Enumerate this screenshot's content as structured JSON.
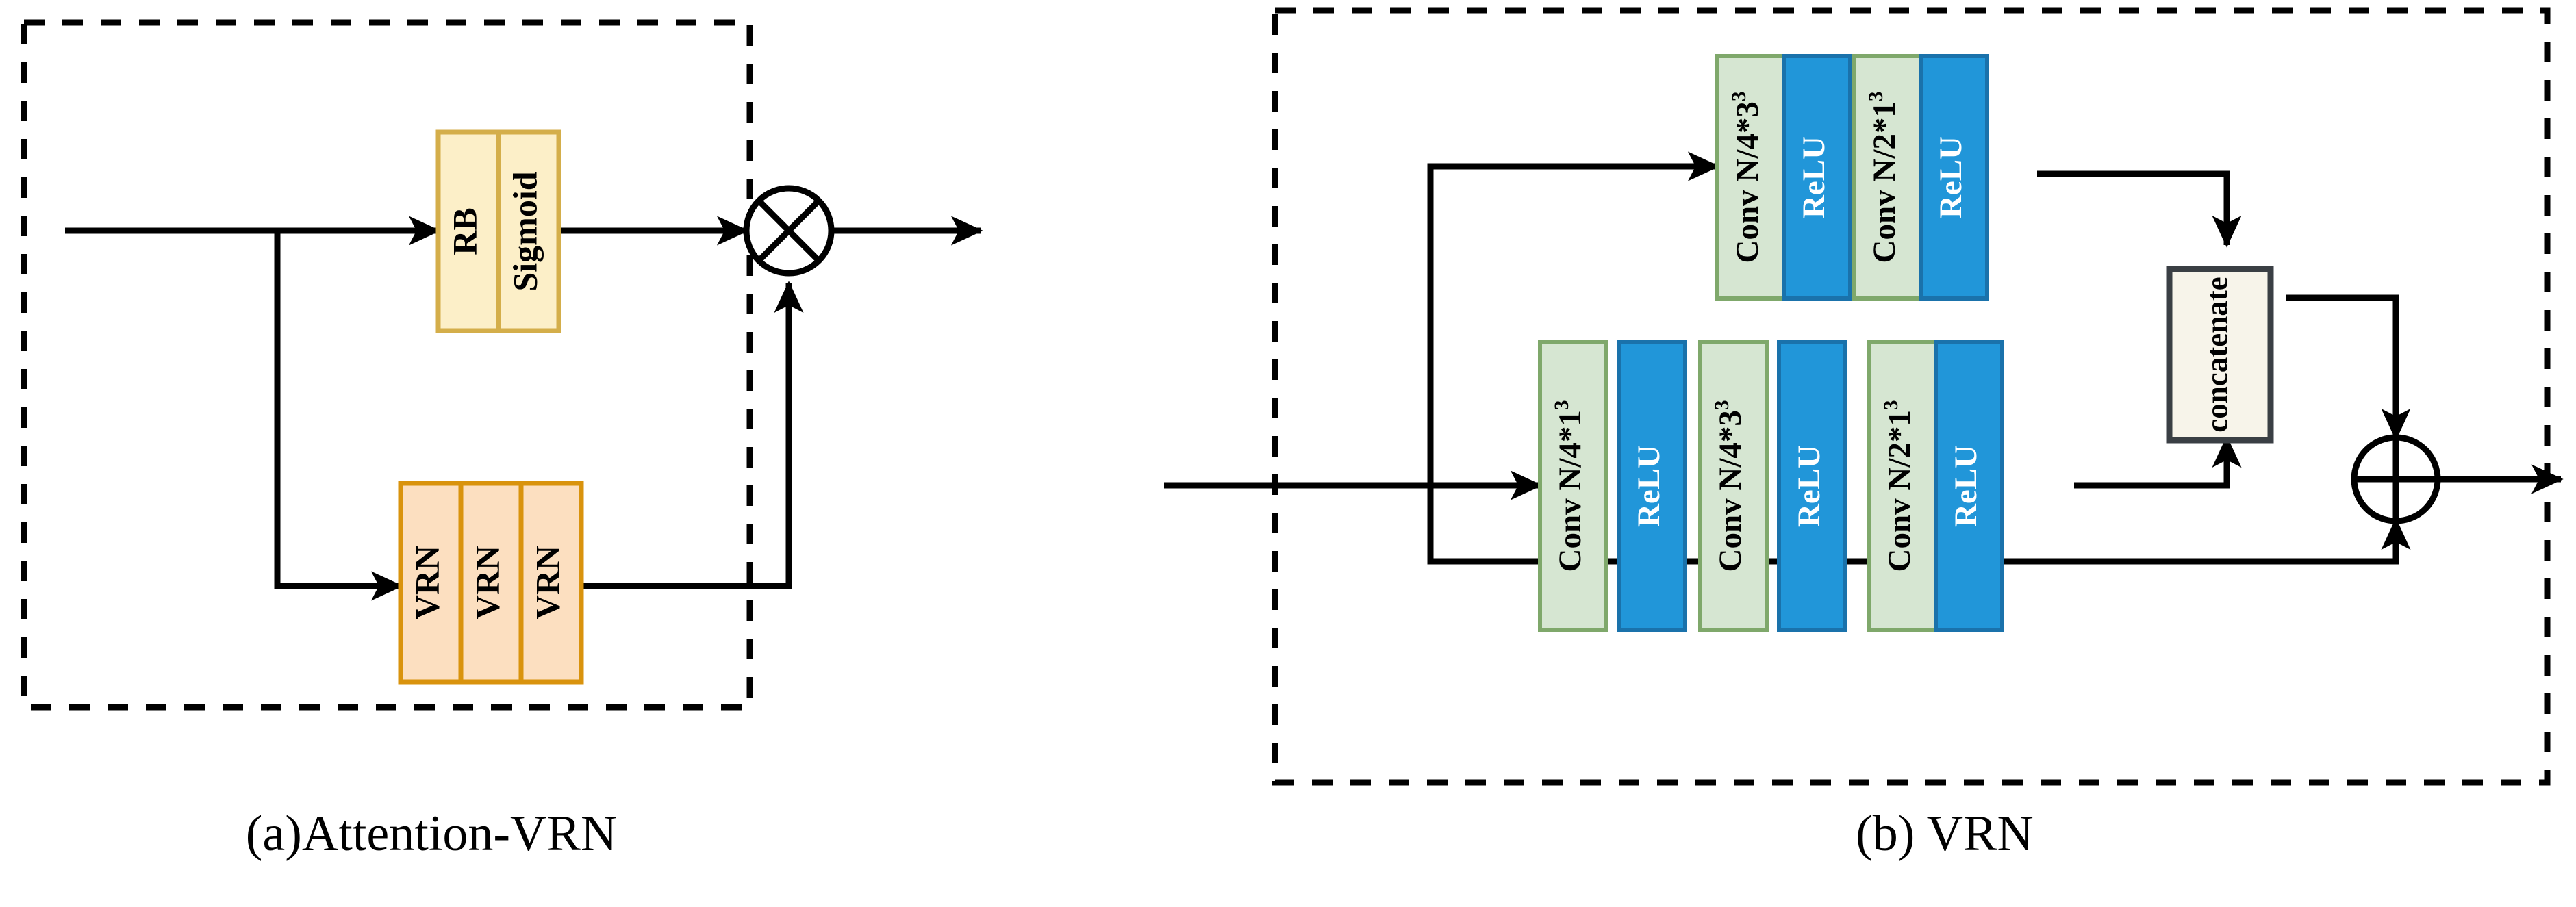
{
  "figure": {
    "panels": [
      {
        "id": "a",
        "caption": "(a)Attention-VRN",
        "blocks": [
          {
            "name": "RB",
            "label": "RB",
            "fill": "#fcefc8",
            "stroke": "#d4ae4a"
          },
          {
            "name": "Sigmoid",
            "label": "Sigmoid",
            "fill": "#fcefc8",
            "stroke": "#d4ae4a"
          },
          {
            "name": "VRN1",
            "label": "VRN",
            "fill": "#fcdfc0",
            "stroke": "#d9930d"
          },
          {
            "name": "VRN2",
            "label": "VRN",
            "fill": "#fcdfc0",
            "stroke": "#d9930d"
          },
          {
            "name": "VRN3",
            "label": "VRN",
            "fill": "#fcdfc0",
            "stroke": "#d9930d"
          }
        ],
        "operators": [
          {
            "name": "multiply",
            "symbol": "cross-in-circle"
          }
        ]
      },
      {
        "id": "b",
        "caption": "(b) VRN",
        "top_branch": [
          {
            "name": "conv-n4-3",
            "label": "Conv N/4*3",
            "sup": "3",
            "fill": "#d6e6d2",
            "stroke": "#7fa86b",
            "textcolor": "#000000"
          },
          {
            "name": "relu",
            "label": "ReLU",
            "sup": "",
            "fill": "#2196d9",
            "stroke": "#1a72ab",
            "textcolor": "#ffffff"
          },
          {
            "name": "conv-n2-1",
            "label": "Conv N/2*1",
            "sup": "3",
            "fill": "#d6e6d2",
            "stroke": "#7fa86b",
            "textcolor": "#000000"
          },
          {
            "name": "relu",
            "label": "ReLU",
            "sup": "",
            "fill": "#2196d9",
            "stroke": "#1a72ab",
            "textcolor": "#ffffff"
          }
        ],
        "bottom_branch": [
          {
            "name": "conv-n4-1",
            "label": "Conv N/4*1",
            "sup": "3",
            "fill": "#d6e6d2",
            "stroke": "#7fa86b",
            "textcolor": "#000000"
          },
          {
            "name": "relu",
            "label": "ReLU",
            "sup": "",
            "fill": "#2196d9",
            "stroke": "#1a72ab",
            "textcolor": "#ffffff"
          },
          {
            "name": "conv-n4-3",
            "label": "Conv N/4*3",
            "sup": "3",
            "fill": "#d6e6d2",
            "stroke": "#7fa86b",
            "textcolor": "#000000"
          },
          {
            "name": "relu",
            "label": "ReLU",
            "sup": "",
            "fill": "#2196d9",
            "stroke": "#1a72ab",
            "textcolor": "#ffffff"
          },
          {
            "name": "conv-n2-1",
            "label": "Conv N/2*1",
            "sup": "3",
            "fill": "#d6e6d2",
            "stroke": "#7fa86b",
            "textcolor": "#000000"
          },
          {
            "name": "relu",
            "label": "ReLU",
            "sup": "",
            "fill": "#2196d9",
            "stroke": "#1a72ab",
            "textcolor": "#ffffff"
          }
        ],
        "merge": {
          "name": "concatenate",
          "label": "concatenate",
          "fill": "#f7f4ea",
          "stroke": "#3a3f44"
        },
        "operators": [
          {
            "name": "add",
            "symbol": "plus-in-circle"
          }
        ]
      }
    ],
    "colors": {
      "line": "#000000",
      "panel_border": "#000000",
      "background": "#ffffff"
    }
  }
}
